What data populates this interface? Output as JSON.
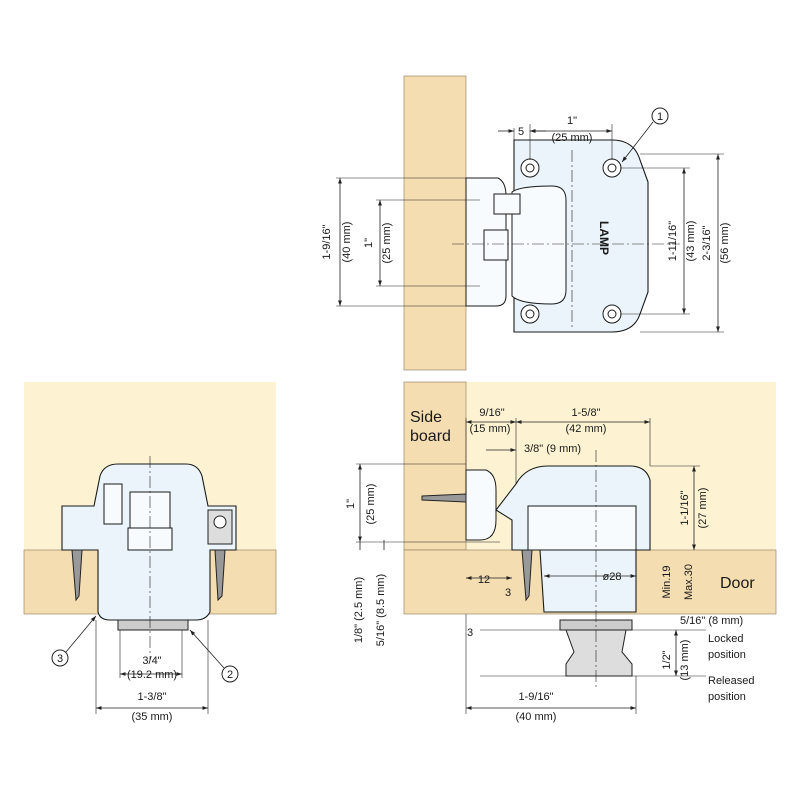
{
  "top_view": {
    "callout_1": "1",
    "dim_5": "5",
    "dim_width_in": "1\"",
    "dim_width_mm": "(25 mm)",
    "dim_left_in": "1-9/16\"",
    "dim_left_mm": "(40 mm)",
    "dim_inner_in": "1\"",
    "dim_inner_mm": "(25 mm)",
    "dim_right1_in": "1-11/16\"",
    "dim_right1_mm": "(43 mm)",
    "dim_right2_in": "2-3/16\"",
    "dim_right2_mm": "(56 mm)",
    "brand": "LAMP"
  },
  "front_view": {
    "callout_2": "2",
    "callout_3": "3",
    "dim_body_in": "3/4\"",
    "dim_body_mm": "(19.2 mm)",
    "dim_total_in": "1-3/8\"",
    "dim_total_mm": "(35 mm)"
  },
  "side_view": {
    "label_side": "Side",
    "label_board": "board",
    "label_door": "Door",
    "dim_9_16_in": "9/16\"",
    "dim_9_16_mm": "(15 mm)",
    "dim_1_5_8_in": "1-5/8\"",
    "dim_1_5_8_mm": "(42 mm)",
    "dim_3_8": "3/8\" (9 mm)",
    "dim_1in": "1\"",
    "dim_1in_mm": "(25 mm)",
    "dim_1_1_16_in": "1-1/16\"",
    "dim_1_1_16_mm": "(27 mm)",
    "dim_12": "12",
    "dim_3a": "3",
    "dim_dia": "ø28",
    "dim_min": "Min.19",
    "dim_max": "Max.30",
    "dim_1_8": "1/8\" (2.5 mm)",
    "dim_5_16a": "5/16\" (8.5 mm)",
    "dim_5_16b": "5/16\" (8 mm)",
    "dim_3b": "3",
    "dim_1_2_in": "1/2\"",
    "dim_1_2_mm": "(13 mm)",
    "label_locked_1": "Locked",
    "label_locked_2": "position",
    "label_released_1": "Released",
    "label_released_2": "position",
    "dim_bottom_in": "1-9/16\"",
    "dim_bottom_mm": "(40 mm)"
  }
}
